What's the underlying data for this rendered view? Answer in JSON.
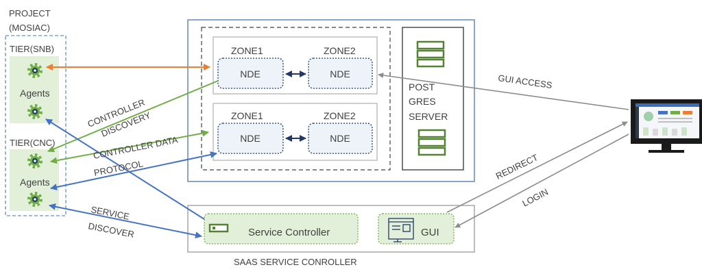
{
  "project": {
    "title_line1": "PROJECT",
    "title_line2": "(MOSIAC)"
  },
  "tiers": [
    {
      "label": "TIER(SNB)",
      "agents_label": "Agents"
    },
    {
      "label": "TIER(CNC)",
      "agents_label": "Agents"
    }
  ],
  "zone_groups": [
    {
      "zone_a": "ZONE1",
      "zone_b": "ZONE2",
      "nde_a": "NDE",
      "nde_b": "NDE"
    },
    {
      "zone_a": "ZONE1",
      "zone_b": "ZONE2",
      "nde_a": "NDE",
      "nde_b": "NDE"
    }
  ],
  "postgres": {
    "line1": "POST",
    "line2": "GRES",
    "line3": "SERVER"
  },
  "saas": {
    "title": "SAAS SERVICE CONROLLER",
    "service_controller": "Service Controller",
    "gui": "GUI"
  },
  "arrows": {
    "gui_access": "GUI ACCESS",
    "controller_discovery_1": "CONTROLLER",
    "controller_discovery_2": "DISCOVERY",
    "controller_data_1": "CONTROLLER DATA",
    "controller_data_2": "PROTOCOL",
    "service_discover_1": "SERVICE",
    "service_discover_2": "DISCOVER",
    "redirect": "REDIRECT",
    "login": "LOGIN"
  },
  "colors": {
    "orange": "#ED7D31",
    "green": "#70AD47",
    "blue": "#4472C4",
    "navy": "#1F3864",
    "grey": "#8C8C8C",
    "panel_green": "#E2F0D9",
    "nde_fill": "#EEF3FA",
    "frame_blue": "#6A8FB8"
  }
}
